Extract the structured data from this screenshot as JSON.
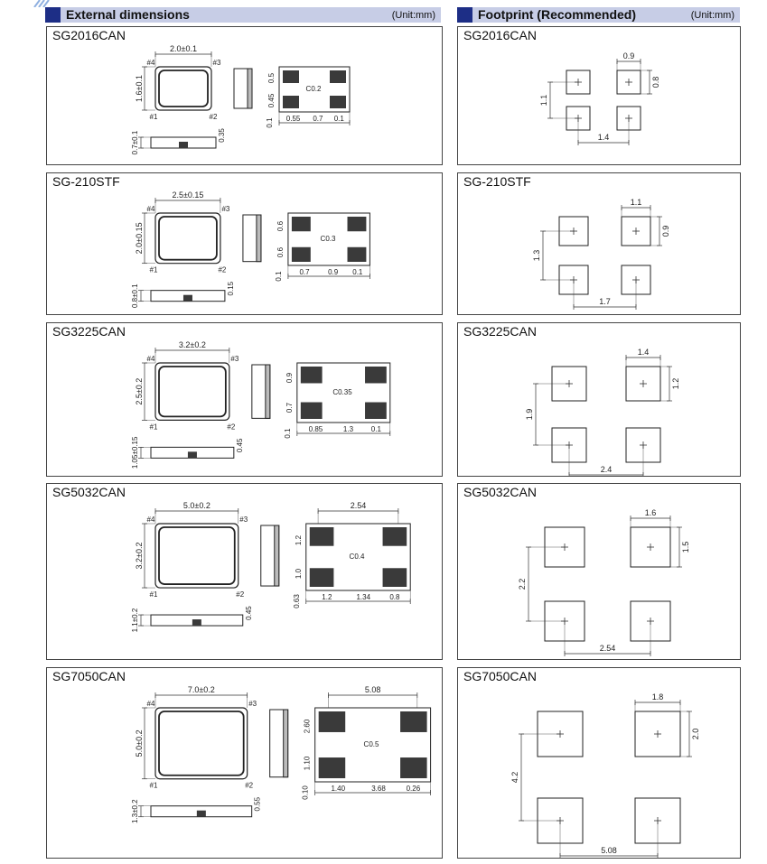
{
  "headers": {
    "left": {
      "title": "External dimensions",
      "unit": "(Unit:mm)"
    },
    "right": {
      "title": "Footprint (Recommended)",
      "unit": "(Unit:mm)"
    }
  },
  "packages": [
    {
      "name": "SG2016CAN",
      "ext": {
        "width": "2.0±0.1",
        "height": "1.6±0.1",
        "thickness": "0.7±0.1",
        "pin_std": "0.35",
        "dims": [
          "0.5",
          "0.45",
          "0.1",
          "0.55",
          "0.7",
          "0.1"
        ],
        "chamfer": "C0.2"
      },
      "fp": {
        "pad_w": "0.9",
        "pad_h": "0.8",
        "pitch_y": "1.1",
        "pitch_x": "1.4"
      }
    },
    {
      "name": "SG-210STF",
      "ext": {
        "width": "2.5±0.15",
        "height": "2.0±0.15",
        "thickness": "0.8±0.1",
        "pin_std": "0.15",
        "dims": [
          "0.6",
          "0.6",
          "0.1",
          "0.7",
          "0.9",
          "0.1"
        ],
        "chamfer": "C0.3"
      },
      "fp": {
        "pad_w": "1.1",
        "pad_h": "0.9",
        "pitch_y": "1.3",
        "pitch_x": "1.7"
      }
    },
    {
      "name": "SG3225CAN",
      "ext": {
        "width": "3.2±0.2",
        "height": "2.5±0.2",
        "thickness": "1.05±0.15",
        "pin_std": "0.45",
        "dims": [
          "0.9",
          "0.7",
          "0.1",
          "0.85",
          "1.3",
          "0.1"
        ],
        "chamfer": "C0.35"
      },
      "fp": {
        "pad_w": "1.4",
        "pad_h": "1.2",
        "pitch_y": "1.9",
        "pitch_x": "2.4"
      }
    },
    {
      "name": "SG5032CAN",
      "ext": {
        "width": "5.0±0.2",
        "height": "3.2±0.2",
        "thickness": "1.1±0.2",
        "pin_std": "0.45",
        "top": "2.54",
        "dims": [
          "1.2",
          "1.0",
          "0.63",
          "1.2",
          "1.34",
          "0.8"
        ],
        "chamfer": "C0.4"
      },
      "fp": {
        "pad_w": "1.6",
        "pad_h": "1.5",
        "pitch_y": "2.2",
        "pitch_x": "2.54"
      }
    },
    {
      "name": "SG7050CAN",
      "ext": {
        "width": "7.0±0.2",
        "height": "5.0±0.2",
        "thickness": "1.3±0.2",
        "pin_std": "0.55",
        "top": "5.08",
        "dims": [
          "2.60",
          "1.10",
          "0.10",
          "1.40",
          "3.68",
          "0.26"
        ],
        "chamfer": "C0.5"
      },
      "fp": {
        "pad_w": "1.8",
        "pad_h": "2.0",
        "pitch_y": "4.2",
        "pitch_x": "5.08"
      }
    }
  ],
  "pins": [
    "#1",
    "#2",
    "#3",
    "#4"
  ],
  "colors": {
    "header_bg": "#c7cde6",
    "header_square": "#1d2e86",
    "pad": "#3a3a3a"
  }
}
